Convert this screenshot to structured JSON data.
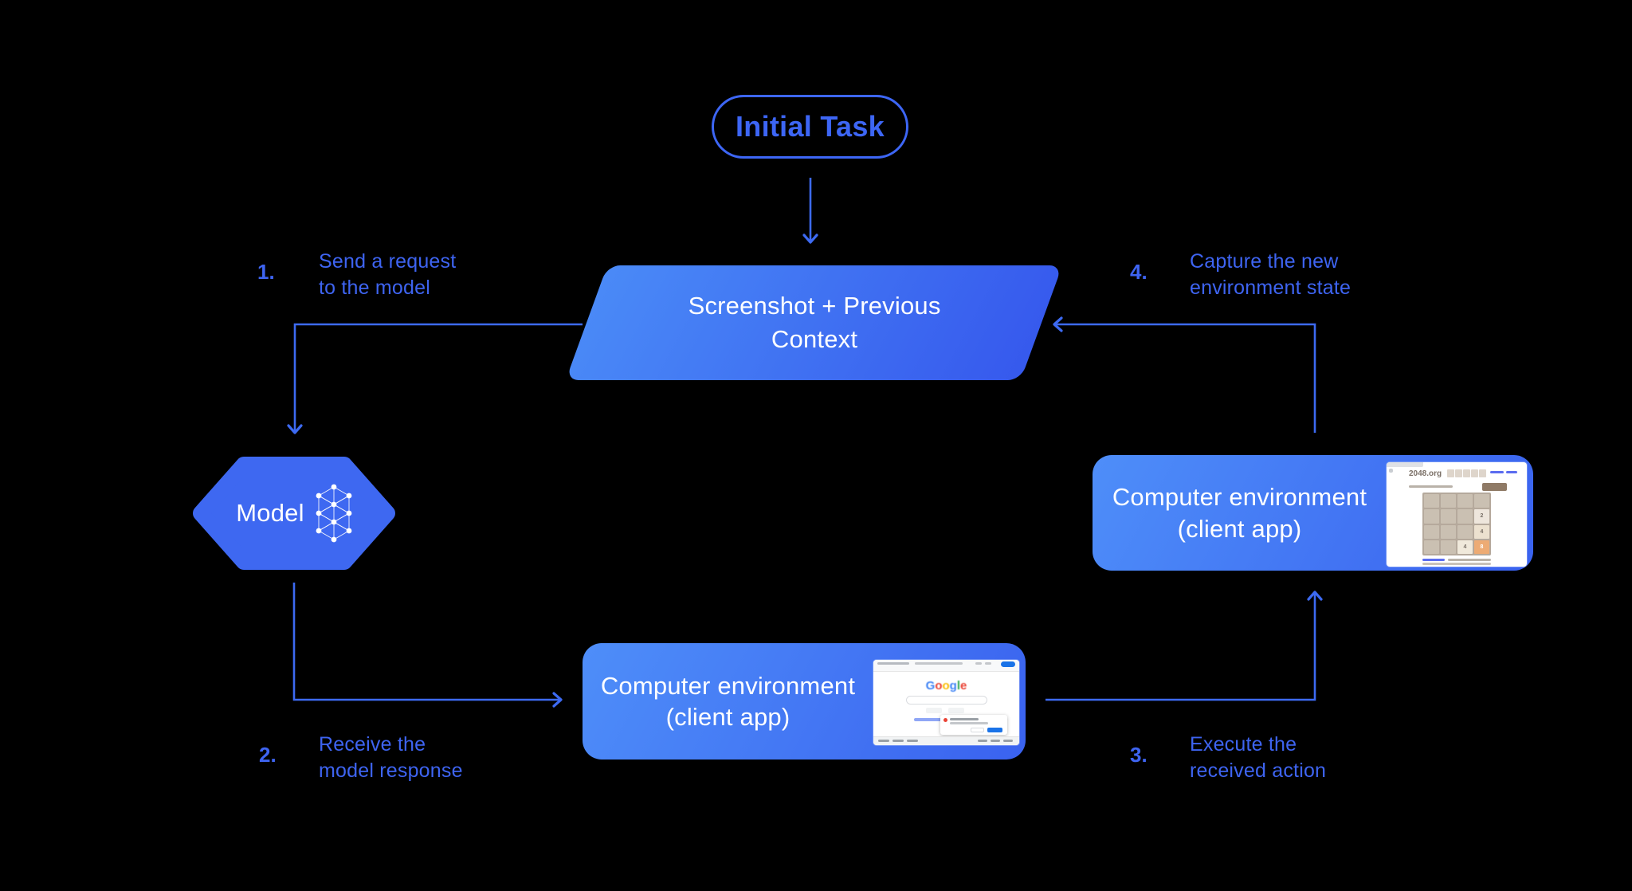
{
  "diagram": {
    "background": "#000000",
    "accent_blue": "#3D66F2",
    "node_gradient": [
      "#4A8AF7",
      "#3659ED"
    ],
    "initial_task": {
      "label": "Initial Task"
    },
    "screenshot_node": {
      "label": "Screenshot + Previous Context"
    },
    "model_node": {
      "label": "Model",
      "icon": "neural-network-icon"
    },
    "env_right": {
      "line1": "Computer environment",
      "line2": "(client app)"
    },
    "env_bottom": {
      "line1": "Computer environment",
      "line2": "(client app)"
    },
    "steps": [
      {
        "num": "1.",
        "line1": "Send a request",
        "line2": "to the model"
      },
      {
        "num": "2.",
        "line1": "Receive the",
        "line2": "model response"
      },
      {
        "num": "3.",
        "line1": "Execute the",
        "line2": "received action"
      },
      {
        "num": "4.",
        "line1": "Capture the new",
        "line2": "environment state"
      }
    ],
    "mini_2048": {
      "site_title": "2048.org",
      "tiles": [
        "2",
        "4",
        "4",
        "8"
      ],
      "tile_colors": {
        "cream": "#eee6dc",
        "orange": "#edab74",
        "board": "#b5a99c"
      }
    },
    "mini_google": {
      "logo_letters": [
        "G",
        "o",
        "o",
        "g",
        "l",
        "e"
      ],
      "logo_colors": [
        "#4285F4",
        "#EA4335",
        "#FBBC05",
        "#4285F4",
        "#34A853",
        "#EA4335"
      ],
      "button_blue": "#1a73e8"
    }
  }
}
